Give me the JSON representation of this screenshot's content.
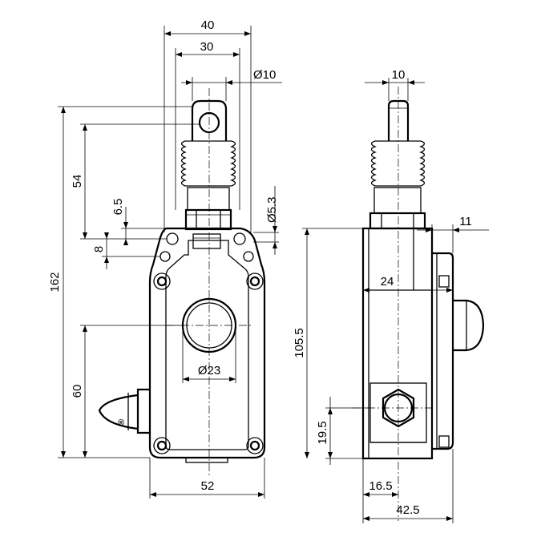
{
  "front_view": {
    "dims": {
      "overall_width": "40",
      "inner_width": "30",
      "eye_diameter": "Ø10",
      "hole_diameter": "Ø5.3",
      "eye_height": "54",
      "offset_65": "6.5",
      "offset_8": "8",
      "total_height": "162",
      "button_diameter": "Ø23",
      "lower_height": "60",
      "base_width": "52"
    }
  },
  "side_view": {
    "dims": {
      "rod_width": "10",
      "cover_depth": "11",
      "depth_24": "24",
      "body_height": "105.5",
      "gland_height": "19.5",
      "gland_offset": "16.5",
      "total_depth": "42.5"
    }
  }
}
